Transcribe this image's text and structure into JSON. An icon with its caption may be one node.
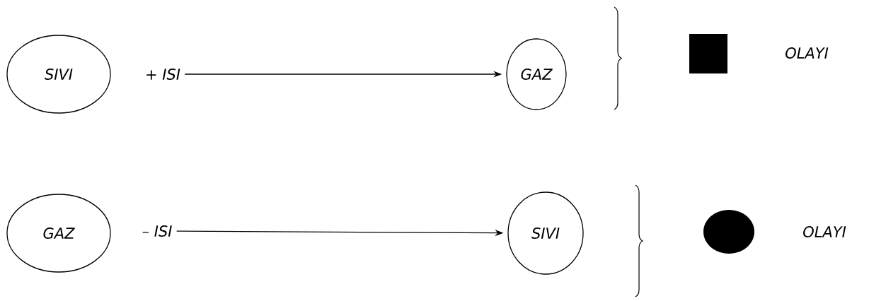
{
  "diagram": {
    "nodes": [
      {
        "text": [
          "SIVI"
        ]
      },
      {
        "text": [
          "+ ISI"
        ]
      },
      {
        "text": [
          "GAZ"
        ]
      },
      {
        "text": [],
        "shape": "box"
      },
      {
        "text": [
          "GAZ"
        ]
      },
      {
        "text": [
          "– ISI"
        ]
      },
      {
        "text": [
          "SIVI"
        ]
      },
      {
        "text": [],
        "shape": "circle"
      }
    ],
    "edges": [
      {
        "from": 1,
        "to": 2,
        "arrow": "to"
      },
      {
        "from": 5,
        "to": 6,
        "arrow": "to"
      }
    ],
    "labels": [
      "OLAYI",
      "OLAYI"
    ]
  }
}
